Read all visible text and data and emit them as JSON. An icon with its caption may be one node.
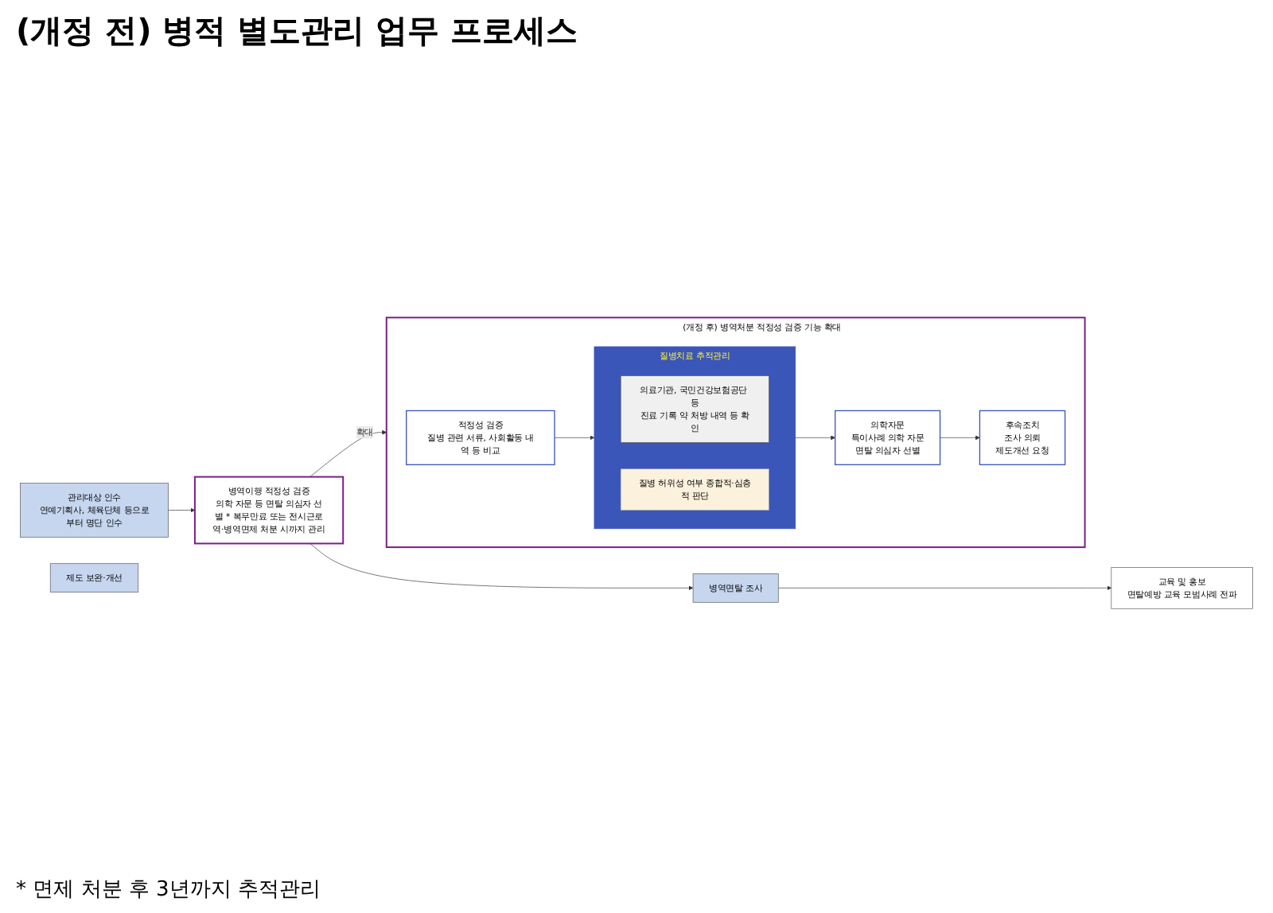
{
  "diagram": {
    "title": "(개정 전) 병적 별도관리 업무 프로세스",
    "caption": "* 면제 처분 후 3년까지 추적관리",
    "nodes": [
      {
        "text": [
          "관리대상 인수",
          "연예기획사, 체육단체 등으로부터 명단 인수"
        ]
      },
      {
        "text": [
          "병역이행 적정성 검증",
          "의학 자문 등 면탈 의심자 선별 * 복무만료 또는 전시근로역·병역면제 처분 시까지 관리"
        ]
      },
      {
        "text": [
          "병역면탈 조사"
        ]
      },
      {
        "text": [
          "제도 보완·개선"
        ]
      },
      {
        "text": [
          "교육 및 홍보",
          "면탈예방 교육 모범사례 전파"
        ]
      },
      {
        "text": [
          "(개정 후) 병역처분 적정성 검증 기능 확대"
        ]
      },
      {
        "text": [
          "적정성 검증",
          "질병 관련 서류, 사회활동 내역 등 비교"
        ],
        "in": 5
      },
      {
        "text": [
          "질병치료 추적관리"
        ],
        "in": 5
      },
      {
        "text": [
          "의료기관, 국민건강보험공단 등",
          "진료 기록 약 처방 내역 등 확인"
        ],
        "in": 7
      },
      {
        "text": [
          "질병 허위성 여부 종합적·심층적 판단"
        ],
        "in": 7
      },
      {
        "text": [
          "의학자문",
          "특이사례 의학 자문",
          "면탈 의심자 선별"
        ],
        "in": 5
      },
      {
        "text": [
          "후속조치",
          "조사 의뢰",
          "제도개선 요청"
        ],
        "in": 5
      }
    ],
    "edges": [
      {
        "from": 0,
        "to": 1,
        "arrow": "to"
      },
      {
        "from": 1,
        "to": 2,
        "arrow": "to"
      },
      {
        "from": 2,
        "to": 4,
        "arrow": "to"
      },
      {
        "from": 1,
        "to": 5,
        "arrow": "to",
        "label": "확대"
      },
      {
        "from": 6,
        "to": 7,
        "arrow": "to"
      },
      {
        "from": 7,
        "to": 10,
        "arrow": "to"
      },
      {
        "from": 10,
        "to": 11,
        "arrow": "to"
      }
    ]
  }
}
